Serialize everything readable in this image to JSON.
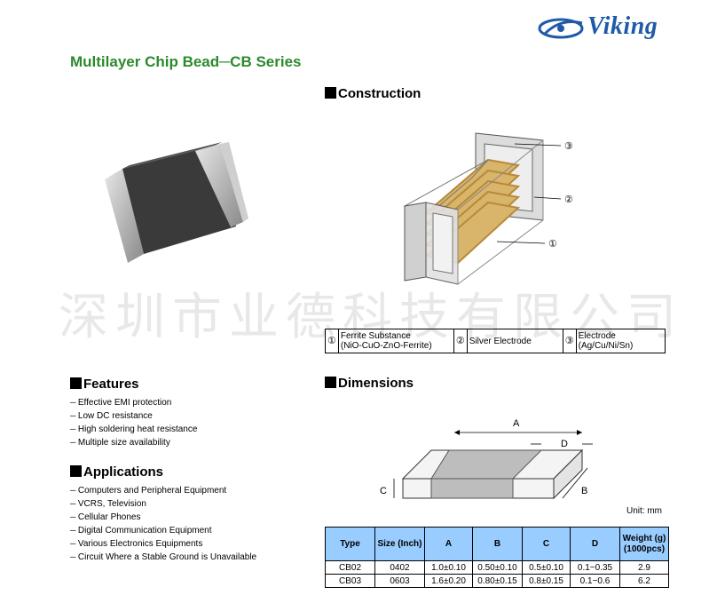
{
  "brand": {
    "name": "Viking",
    "logo_icon": "eye-swoosh-icon"
  },
  "title": "Multilayer Chip Bead─CB Series",
  "construction": {
    "heading": "Construction",
    "callouts": [
      "③",
      "②",
      "①"
    ],
    "legend": [
      {
        "num": "①",
        "text_line1": "Ferrite Substance",
        "text_line2": "(NiO-CuO-ZnO-Ferrite)"
      },
      {
        "num": "②",
        "text_line1": "Silver Electrode",
        "text_line2": ""
      },
      {
        "num": "③",
        "text_line1": "Electrode",
        "text_line2": "(Ag/Cu/Ni/Sn)"
      }
    ]
  },
  "features": {
    "heading": "Features",
    "items": [
      "Effective EMI protection",
      "Low DC resistance",
      "High soldering heat resistance",
      "Multiple size availability"
    ]
  },
  "applications": {
    "heading": "Applications",
    "items": [
      "Computers and Peripheral Equipment",
      "VCRS, Television",
      "Cellular Phones",
      "Digital Communication Equipment",
      "Various Electronics Equipments",
      "Circuit Where a Stable Ground is Unavailable"
    ]
  },
  "watermark": "深圳市业德科技有限公司",
  "dimensions": {
    "heading": "Dimensions",
    "labels": {
      "a": "A",
      "b": "B",
      "c": "C",
      "d": "D"
    },
    "unit": "Unit: mm",
    "columns": [
      "Type",
      "Size (Inch)",
      "A",
      "B",
      "C",
      "D",
      "Weight (g) (1000pcs)"
    ],
    "rows": [
      [
        "CB02",
        "0402",
        "1.0±0.10",
        "0.50±0.10",
        "0.5±0.10",
        "0.1~0.35",
        "2.9"
      ],
      [
        "CB03",
        "0603",
        "1.6±0.20",
        "0.80±0.15",
        "0.8±0.15",
        "0.1~0.6",
        "6.2"
      ]
    ]
  },
  "colors": {
    "title_green": "#2c8a2c",
    "header_blue": "#99ccff",
    "logo_blue": "#1f5aa8",
    "coil_gold": "#c9a75a"
  }
}
